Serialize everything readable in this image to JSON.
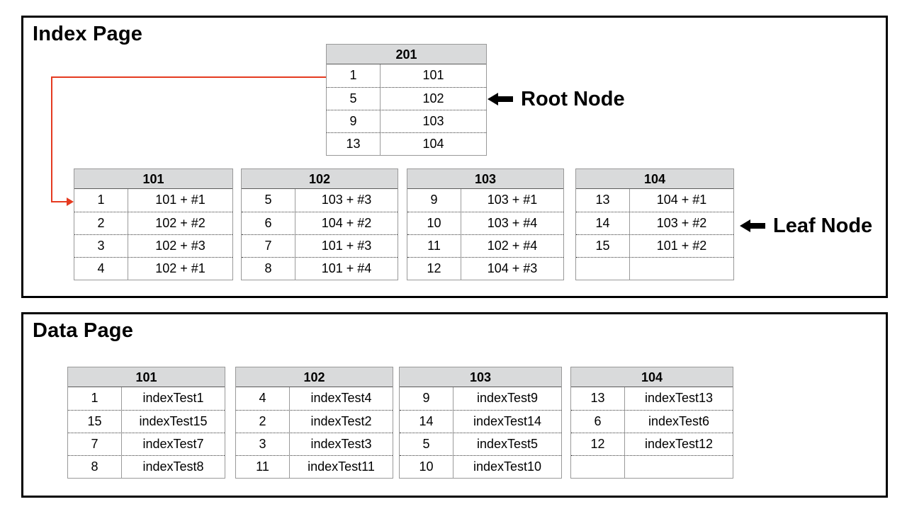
{
  "diagram": {
    "accent_red": "#e53a20",
    "header_bg": "#d9dadb"
  },
  "index_page": {
    "title": "Index Page",
    "root_node_label": "Root Node",
    "leaf_node_label": "Leaf Node",
    "root_table": {
      "header": "201",
      "rows": [
        [
          "1",
          "101"
        ],
        [
          "5",
          "102"
        ],
        [
          "9",
          "103"
        ],
        [
          "13",
          "104"
        ]
      ]
    },
    "leaf_tables": [
      {
        "header": "101",
        "rows": [
          [
            "1",
            "101 + #1"
          ],
          [
            "2",
            "102 + #2"
          ],
          [
            "3",
            "102 + #3"
          ],
          [
            "4",
            "102 + #1"
          ]
        ]
      },
      {
        "header": "102",
        "rows": [
          [
            "5",
            "103 + #3"
          ],
          [
            "6",
            "104 + #2"
          ],
          [
            "7",
            "101 + #3"
          ],
          [
            "8",
            "101 + #4"
          ]
        ]
      },
      {
        "header": "103",
        "rows": [
          [
            "9",
            "103 + #1"
          ],
          [
            "10",
            "103 + #4"
          ],
          [
            "11",
            "102 + #4"
          ],
          [
            "12",
            "104 + #3"
          ]
        ]
      },
      {
        "header": "104",
        "rows": [
          [
            "13",
            "104 + #1"
          ],
          [
            "14",
            "103 + #2"
          ],
          [
            "15",
            "101 + #2"
          ],
          [
            "",
            ""
          ]
        ]
      }
    ]
  },
  "data_page": {
    "title": "Data Page",
    "tables": [
      {
        "header": "101",
        "rows": [
          [
            "1",
            "indexTest1"
          ],
          [
            "15",
            "indexTest15"
          ],
          [
            "7",
            "indexTest7"
          ],
          [
            "8",
            "indexTest8"
          ]
        ]
      },
      {
        "header": "102",
        "rows": [
          [
            "4",
            "indexTest4"
          ],
          [
            "2",
            "indexTest2"
          ],
          [
            "3",
            "indexTest3"
          ],
          [
            "11",
            "indexTest11"
          ]
        ]
      },
      {
        "header": "103",
        "rows": [
          [
            "9",
            "indexTest9"
          ],
          [
            "14",
            "indexTest14"
          ],
          [
            "5",
            "indexTest5"
          ],
          [
            "10",
            "indexTest10"
          ]
        ]
      },
      {
        "header": "104",
        "rows": [
          [
            "13",
            "indexTest13"
          ],
          [
            "6",
            "indexTest6"
          ],
          [
            "12",
            "indexTest12"
          ],
          [
            "",
            ""
          ]
        ]
      }
    ]
  }
}
